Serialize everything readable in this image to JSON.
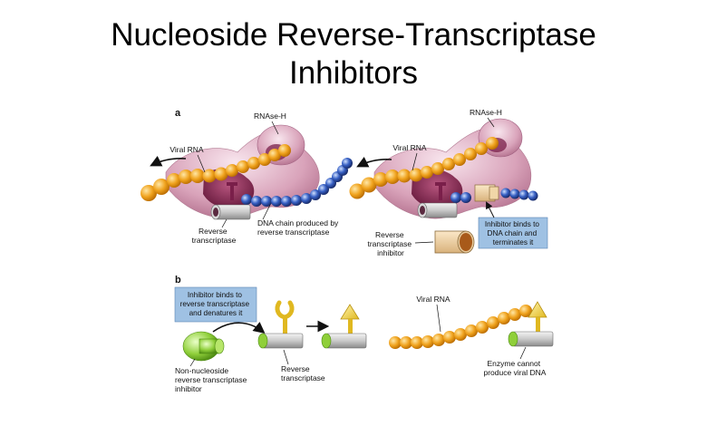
{
  "slide": {
    "title_line1": "Nucleoside Reverse-Transcriptase",
    "title_line2": "Inhibitors"
  },
  "figure": {
    "panel_a": {
      "letter": "a",
      "left": {
        "rnase_h": "RNAse-H",
        "viral_rna": "Viral RNA",
        "dna_chain_line1": "DNA chain produced by",
        "dna_chain_line2": "reverse transcriptase",
        "rt_line1": "Reverse",
        "rt_line2": "transcriptase"
      },
      "right": {
        "rnase_h": "RNAse-H",
        "viral_rna": "Viral RNA",
        "inhibitor_line1": "Reverse",
        "inhibitor_line2": "transcriptase",
        "inhibitor_line3": "inhibitor",
        "box_line1": "Inhibitor binds to",
        "box_line2": "DNA chain and",
        "box_line3": "terminates it"
      }
    },
    "panel_b": {
      "letter": "b",
      "box_line1": "Inhibitor binds to",
      "box_line2": "reverse transcriptase",
      "box_line3": "and denatures it",
      "nnrti_line1": "Non-nucleoside",
      "nnrti_line2": "reverse transcriptase",
      "nnrti_line3": "inhibitor",
      "rt_line1": "Reverse",
      "rt_line2": "transcriptase",
      "viral_rna": "Viral RNA",
      "enzyme_line1": "Enzyme cannot",
      "enzyme_line2": "produce viral DNA"
    },
    "colors": {
      "enzyme": "#d9a3ba",
      "enzyme_dark": "#7a1f4a",
      "rna_bead": "#f0a31e",
      "dna_bead": "#2f55b5",
      "callout_box": "#9fc1e3",
      "cylinder": "#c9c9c9",
      "inhibitor_green": "#8fcf3a",
      "triangle_yellow": "#f3d64a"
    }
  }
}
